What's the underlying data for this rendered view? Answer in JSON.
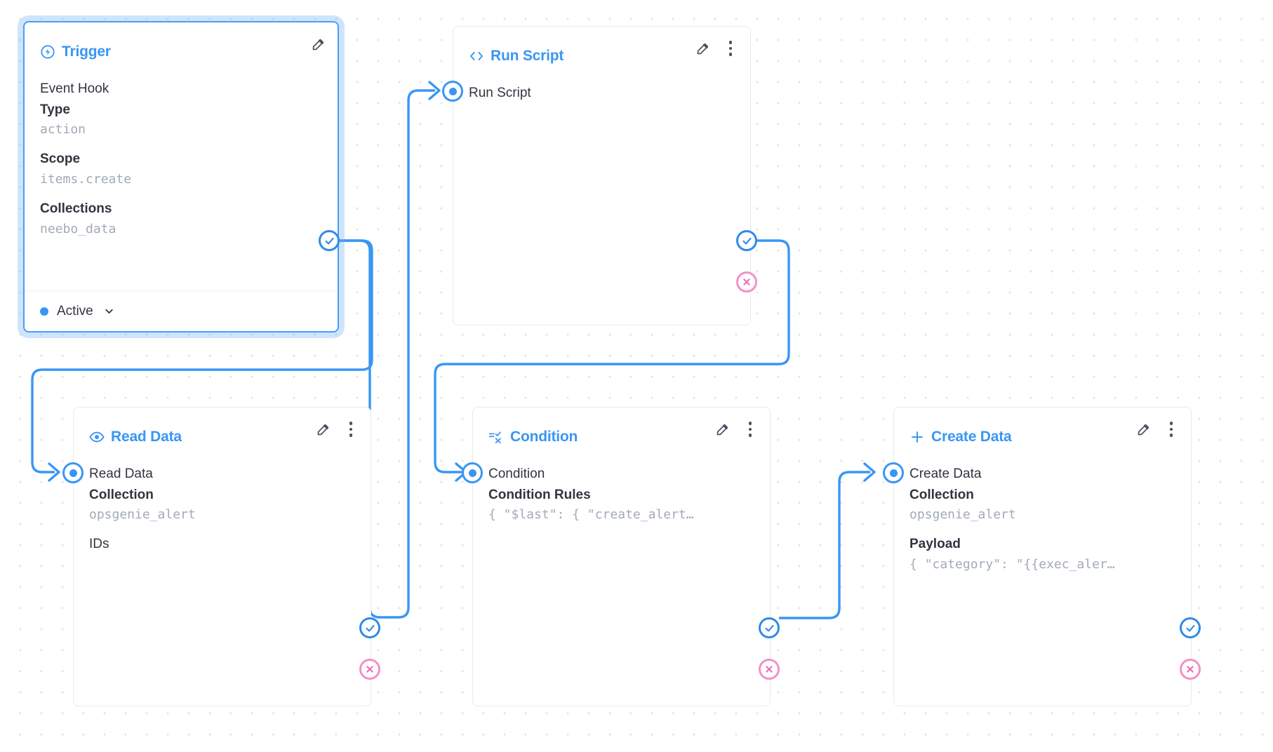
{
  "canvas": {
    "label": "flow-editor-canvas",
    "accent_blue": "#3a96f3",
    "reject_pink": "#f48fc9",
    "mono_grey": "#a2aab8",
    "grid_dot_color": "#e4e6ea"
  },
  "nodes": [
    {
      "id": "trigger",
      "type": "trigger",
      "header_icon": "bolt-circle-icon",
      "header_title": "Trigger",
      "selected": true,
      "has_edit": true,
      "has_menu": false,
      "rows": [
        {
          "kind": "label",
          "text": "Event Hook"
        },
        {
          "kind": "label-bold",
          "text": "Type"
        },
        {
          "kind": "mono",
          "text": "action"
        },
        {
          "kind": "spacer"
        },
        {
          "kind": "label-bold",
          "text": "Scope"
        },
        {
          "kind": "mono",
          "text": "items.create"
        },
        {
          "kind": "spacer"
        },
        {
          "kind": "label-bold",
          "text": "Collections"
        },
        {
          "kind": "mono",
          "text": "neebo_data"
        }
      ],
      "footer": {
        "status_label": "Active",
        "status_color": "#3a96f3",
        "chevron": "chevron-down-icon"
      }
    },
    {
      "id": "run-script",
      "type": "operation",
      "header_icon": "code-brackets-icon",
      "header_title": "Run Script",
      "has_edit": true,
      "has_menu": true,
      "rows": [
        {
          "kind": "label",
          "text": "Run Script"
        }
      ]
    },
    {
      "id": "read-data",
      "type": "operation",
      "header_icon": "eye-icon",
      "header_title": "Read Data",
      "has_edit": true,
      "has_menu": true,
      "rows": [
        {
          "kind": "label",
          "text": "Read Data"
        },
        {
          "kind": "label-bold",
          "text": "Collection"
        },
        {
          "kind": "mono",
          "text": "opsgenie_alert"
        },
        {
          "kind": "spacer"
        },
        {
          "kind": "label",
          "text": "IDs"
        }
      ]
    },
    {
      "id": "condition",
      "type": "operation",
      "header_icon": "condition-filter-icon",
      "header_title": "Condition",
      "has_edit": true,
      "has_menu": true,
      "rows": [
        {
          "kind": "label",
          "text": "Condition"
        },
        {
          "kind": "label-bold",
          "text": "Condition Rules"
        },
        {
          "kind": "mono",
          "text": "{ \"$last\": { \"create_alert…"
        }
      ]
    },
    {
      "id": "create-data",
      "type": "operation",
      "header_icon": "plus-icon",
      "header_title": "Create Data",
      "has_edit": true,
      "has_menu": true,
      "rows": [
        {
          "kind": "label",
          "text": "Create Data"
        },
        {
          "kind": "label-bold",
          "text": "Collection"
        },
        {
          "kind": "mono",
          "text": "opsgenie_alert"
        },
        {
          "kind": "spacer"
        },
        {
          "kind": "label-bold",
          "text": "Payload"
        },
        {
          "kind": "mono",
          "text": "{ \"category\": \"{{exec_aler…"
        }
      ]
    }
  ],
  "ports": {
    "input_name": "input-port",
    "resolve_name": "resolve-port",
    "reject_name": "reject-port"
  }
}
